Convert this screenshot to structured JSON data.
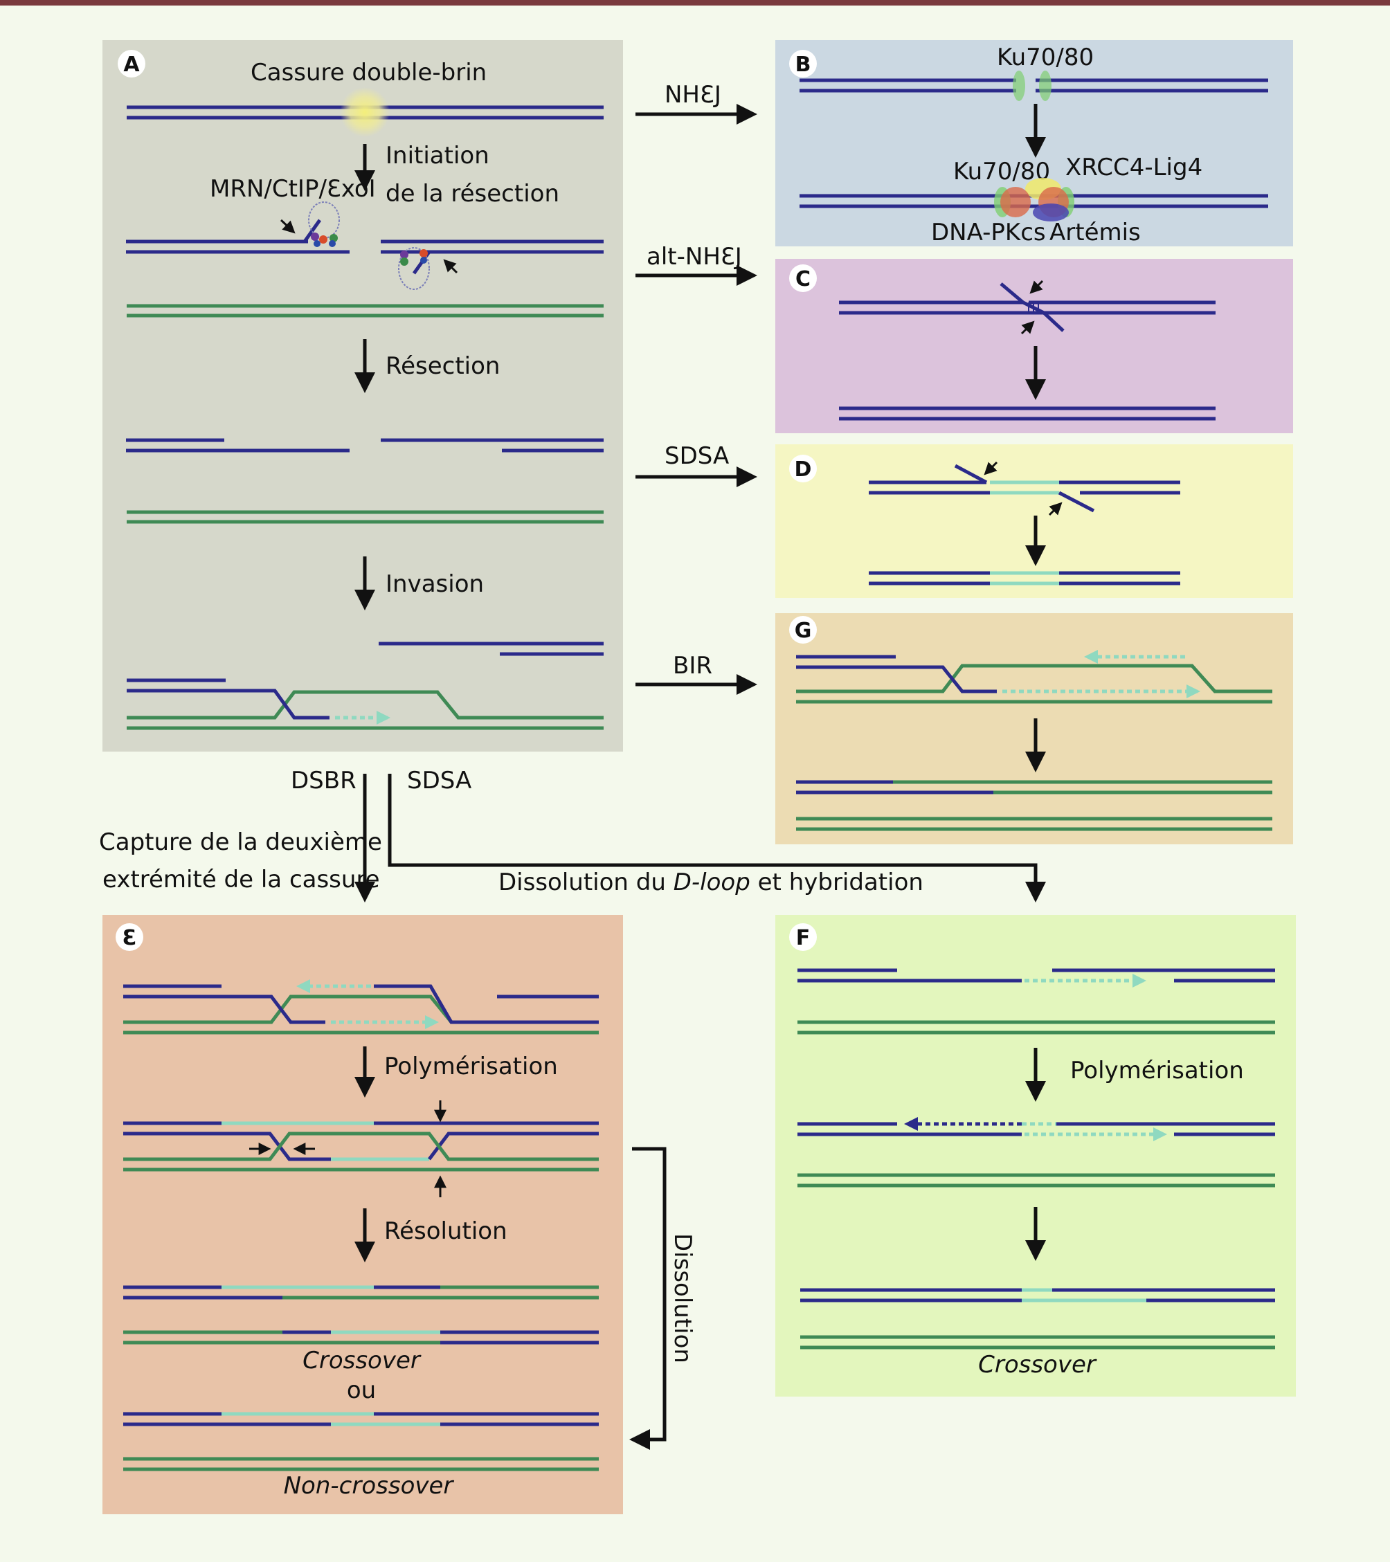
{
  "colors": {
    "background": "#f4f9ec",
    "top_rule": "#7a3a3e",
    "panel_a": "#d6d8cb",
    "panel_b": "#cbd8e2",
    "panel_c": "#dcc3dc",
    "panel_d": "#f5f6c3",
    "panel_g": "#ecdcb3",
    "panel_e": "#e8c3a8",
    "panel_f": "#e3f6bd",
    "dna_blue": "#2b2a8a",
    "dna_green": "#3f8a55",
    "dna_newsynth": "#8fd9c0",
    "arrow": "#111111"
  },
  "panels": {
    "a": {
      "badge": "A",
      "break_label": "Cassure double-brin",
      "initiation_line1": "Initiation",
      "initiation_line2": "de la résection",
      "complex_label": "MRN/CtIP/ƐxoI",
      "resection_label": "Résection",
      "invasion_label": "Invasion"
    },
    "b": {
      "badge": "B",
      "ku_top": "Ku70/80",
      "ku_bottom": "Ku70/80",
      "xrcc4": "XRCC4-Lig4",
      "dnapkcs": "DNA-PKcs",
      "artemis": "Artémis"
    },
    "c": {
      "badge": "C"
    },
    "d": {
      "badge": "D"
    },
    "g": {
      "badge": "G"
    },
    "e": {
      "badge": "Ɛ",
      "polymerisation": "Polymérisation",
      "resolution": "Résolution",
      "crossover": "Crossover",
      "ou": "ou",
      "noncrossover": "Non-crossover"
    },
    "f": {
      "badge": "F",
      "polymerisation": "Polymérisation",
      "crossover": "Crossover"
    }
  },
  "pathways": {
    "nhej": "NHƐJ",
    "alt_nhej": "alt-NHƐJ",
    "sdsa": "SDSA",
    "bir": "BIR",
    "dsbr": "DSBR",
    "sdsa_lower": "SDSA",
    "capture_line1": "Capture de la deuxième",
    "capture_line2": "extrémité de la cassure",
    "dissolution_pre": "Dissolution du ",
    "dissolution_dloop": "D-loop",
    "dissolution_post": " et hybridation",
    "dissolution_side": "Dissolution"
  }
}
